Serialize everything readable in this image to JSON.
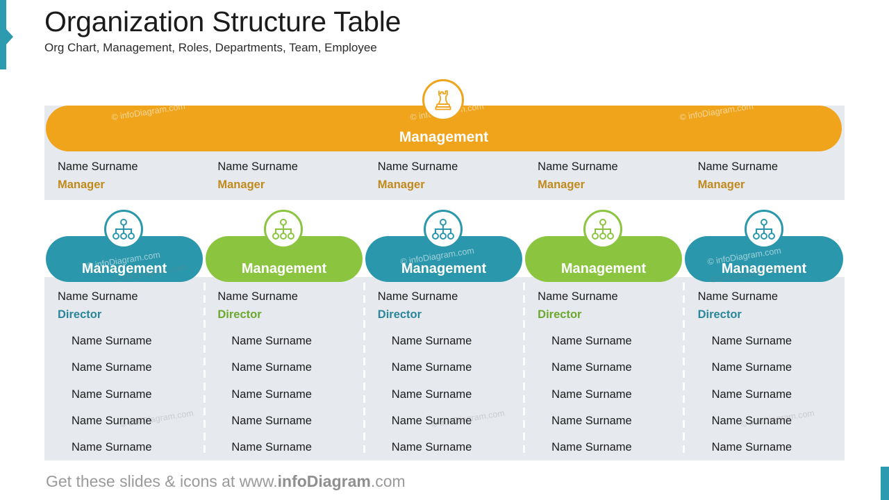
{
  "header": {
    "title": "Organization Structure Table",
    "subtitle": "Org Chart, Management, Roles, Departments, Team, Employee"
  },
  "colors": {
    "accent_teal": "#2C9BB0",
    "orange": "#EFA41C",
    "orange_text": "#C08A1C",
    "teal": "#2A97AC",
    "teal_text": "#2A8699",
    "green": "#8BC53F",
    "green_text": "#6DA82E",
    "panel_gray": "#E6E9EE"
  },
  "watermark": {
    "text": "© infoDiagram.com"
  },
  "top_section": {
    "pill_label": "Management",
    "icon": "chess-rook-icon",
    "columns": [
      {
        "name": "Name Surname",
        "role": "Manager"
      },
      {
        "name": "Name Surname",
        "role": "Manager"
      },
      {
        "name": "Name Surname",
        "role": "Manager"
      },
      {
        "name": "Name Surname",
        "role": "Manager"
      },
      {
        "name": "Name Surname",
        "role": "Manager"
      }
    ]
  },
  "departments": [
    {
      "pill_label": "Management",
      "icon": "org-chart-icon",
      "color": "#2A97AC",
      "role_color": "#2A8699",
      "head": {
        "name": "Name Surname",
        "role": "Director"
      },
      "members": [
        "Name Surname",
        "Name Surname",
        "Name Surname",
        "Name Surname",
        "Name Surname"
      ]
    },
    {
      "pill_label": "Management",
      "icon": "org-chart-icon",
      "color": "#8BC53F",
      "role_color": "#6DA82E",
      "head": {
        "name": "Name Surname",
        "role": "Director"
      },
      "members": [
        "Name Surname",
        "Name Surname",
        "Name Surname",
        "Name Surname",
        "Name Surname"
      ]
    },
    {
      "pill_label": "Management",
      "icon": "org-chart-icon",
      "color": "#2A97AC",
      "role_color": "#2A8699",
      "head": {
        "name": "Name Surname",
        "role": "Director"
      },
      "members": [
        "Name Surname",
        "Name Surname",
        "Name Surname",
        "Name Surname",
        "Name Surname"
      ]
    },
    {
      "pill_label": "Management",
      "icon": "org-chart-icon",
      "color": "#8BC53F",
      "role_color": "#6DA82E",
      "head": {
        "name": "Name Surname",
        "role": "Director"
      },
      "members": [
        "Name Surname",
        "Name Surname",
        "Name Surname",
        "Name Surname",
        "Name Surname"
      ]
    },
    {
      "pill_label": "Management",
      "icon": "org-chart-icon",
      "color": "#2A97AC",
      "role_color": "#2A8699",
      "head": {
        "name": "Name Surname",
        "role": "Director"
      },
      "members": [
        "Name Surname",
        "Name Surname",
        "Name Surname",
        "Name Surname",
        "Name Surname"
      ]
    }
  ],
  "footer": {
    "prefix": "Get these slides & icons at www.",
    "brand": "infoDiagram",
    "suffix": ".com"
  }
}
